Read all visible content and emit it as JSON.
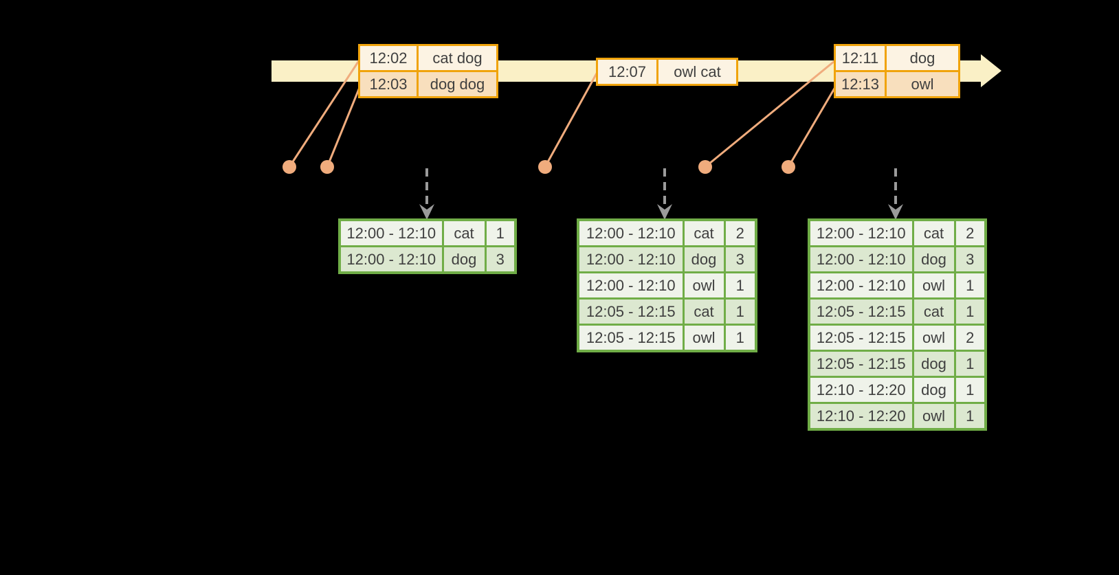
{
  "background": "#000000",
  "colors": {
    "background": "#000000",
    "band": "#FAF0C6",
    "gold": "#F0A30B",
    "peach": "#F8DFBD",
    "cream": "#FCF3E3",
    "salmon": "#F0AC7D",
    "gray_arrow": "#9B9B9B",
    "green": "#70AD47",
    "green_row_dark": "#DCE8D0",
    "green_row_light": "#EFF3EA",
    "text": "#3F3F3F"
  },
  "icons": {
    "timeline_arrow": "right-arrow",
    "event_marker": "dot",
    "trigger_arrow": "dashed-down-arrow"
  },
  "event_tables": [
    {
      "rows": [
        [
          "12:02",
          "cat dog"
        ],
        [
          "12:03",
          "dog dog"
        ]
      ]
    },
    {
      "rows": [
        [
          "12:07",
          "owl cat"
        ]
      ]
    },
    {
      "rows": [
        [
          "12:11",
          "dog"
        ],
        [
          "12:13",
          "owl"
        ]
      ]
    }
  ],
  "result_tables": [
    {
      "rows": [
        [
          "12:00 - 12:10",
          "cat",
          "1"
        ],
        [
          "12:00 - 12:10",
          "dog",
          "3"
        ]
      ]
    },
    {
      "rows": [
        [
          "12:00 - 12:10",
          "cat",
          "2"
        ],
        [
          "12:00 - 12:10",
          "dog",
          "3"
        ],
        [
          "12:00 - 12:10",
          "owl",
          "1"
        ],
        [
          "12:05 - 12:15",
          "cat",
          "1"
        ],
        [
          "12:05 - 12:15",
          "owl",
          "1"
        ]
      ]
    },
    {
      "rows": [
        [
          "12:00 - 12:10",
          "cat",
          "2"
        ],
        [
          "12:00 - 12:10",
          "dog",
          "3"
        ],
        [
          "12:00 - 12:10",
          "owl",
          "1"
        ],
        [
          "12:05 - 12:15",
          "cat",
          "1"
        ],
        [
          "12:05 - 12:15",
          "owl",
          "2"
        ],
        [
          "12:05 - 12:15",
          "dog",
          "1"
        ],
        [
          "12:10 - 12:20",
          "dog",
          "1"
        ],
        [
          "12:10 - 12:20",
          "owl",
          "1"
        ]
      ]
    }
  ]
}
